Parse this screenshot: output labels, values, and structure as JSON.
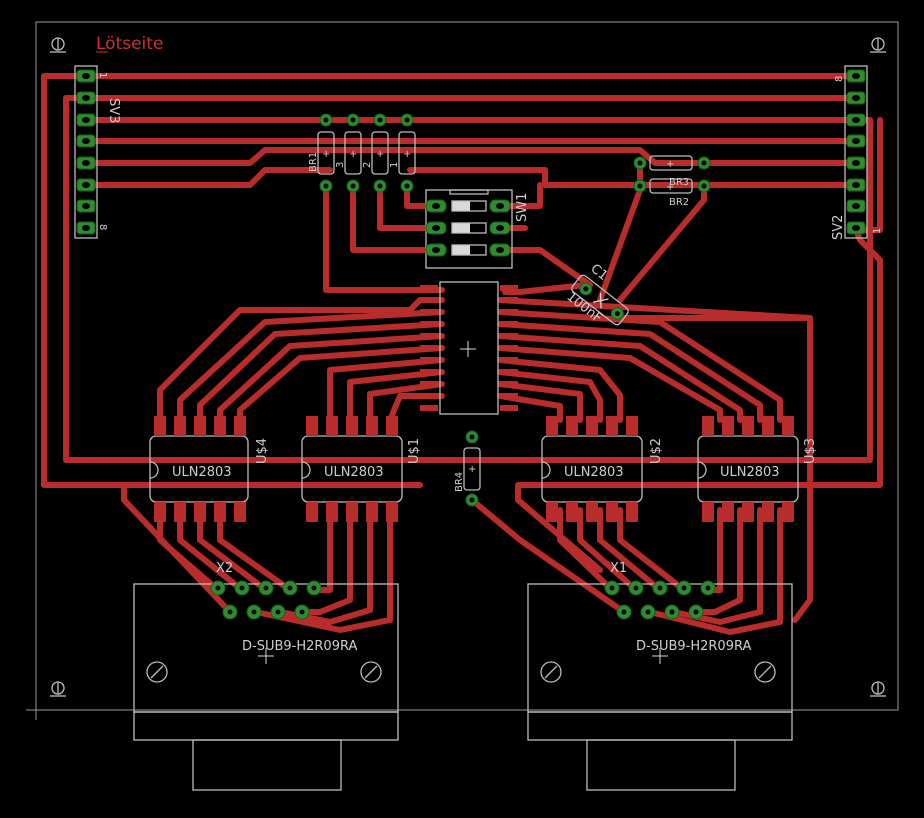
{
  "title": "Lötseite",
  "connectors": {
    "sv3": {
      "name": "SV3",
      "pin_first": "1",
      "pin_last": "8"
    },
    "sv2": {
      "name": "SV2",
      "pin_first": "1",
      "pin_last": "8"
    }
  },
  "resistors_top": [
    "BR1",
    "3",
    "2",
    "1"
  ],
  "resistors_right": [
    "BR3",
    "BR2"
  ],
  "resistor_mid": "BR4",
  "switch": "SW1",
  "capacitor": {
    "name": "C1",
    "value": "100nF"
  },
  "drivers": [
    {
      "ref": "U$4",
      "part": "ULN2803"
    },
    {
      "ref": "U$1",
      "part": "ULN2803"
    },
    {
      "ref": "U$2",
      "part": "ULN2803"
    },
    {
      "ref": "U$3",
      "part": "ULN2803"
    }
  ],
  "dsub": [
    {
      "ref": "X2",
      "part": "D-SUB9-H2R09RA"
    },
    {
      "ref": "X1",
      "part": "D-SUB9-H2R09RA"
    }
  ],
  "colors": {
    "background": "#000000",
    "copper": "#b82c2c",
    "pad": "#2e8b2e",
    "silk": "#bdbdbd",
    "title": "#c83232"
  }
}
